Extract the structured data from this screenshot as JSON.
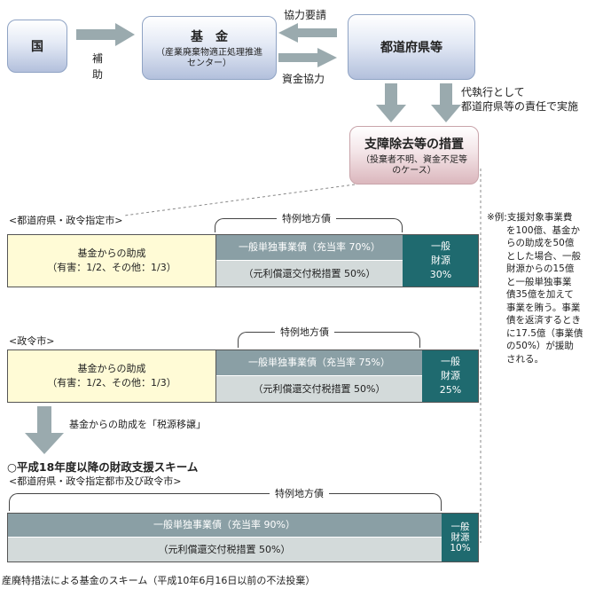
{
  "top": {
    "kuni": "国",
    "hojo": "補助",
    "kikin_title": "基　金",
    "kikin_sub1": "（産業廃棄物適正処理推進",
    "kikin_sub2": "センター）",
    "kyoryoku_yosei": "協力要請",
    "shikin_kyoryoku": "資金協力",
    "todofuken": "都道府県等",
    "daishikko1": "代執行として",
    "daishikko2": "都道府県等の責任で実施",
    "shisho_title": "支障除去等の措置",
    "shisho_sub1": "（投棄者不明、資金不足等",
    "shisho_sub2": "のケース）"
  },
  "blocks": [
    {
      "header": "<都道府県・政令指定市>",
      "brace_label": "特例地方債",
      "left1": "基金からの助成",
      "left2": "（有害：1/2、その他：1/3）",
      "gray_top": "一般単独事業債（充当率 70%）",
      "gray_bottom": "（元利償還交付税措置 50%）",
      "teal1": "一般",
      "teal2": "財源",
      "teal3": "30%"
    },
    {
      "header": "<政令市>",
      "brace_label": "特例地方債",
      "left1": "基金からの助成",
      "left2": "（有害：1/2、その他：1/3）",
      "gray_top": "一般単独事業債（充当率 75%）",
      "gray_bottom": "（元利償還交付税措置 50%）",
      "teal1": "一般",
      "teal2": "財源",
      "teal3": "25%"
    },
    {
      "header": "<都道府県・政令指定都市及び政令市>",
      "brace_label": "特例地方債",
      "gray_top": "一般単独事業債（充当率 90%）",
      "gray_bottom": "（元利償還交付税措置 50%）",
      "teal1": "一般",
      "teal2": "財源",
      "teal3": "10%"
    }
  ],
  "zeigen": "基金からの助成を「税源移譲」",
  "heisei_title": "○平成18年度以降の財政支援スキーム",
  "note_lines": [
    "※例:支援対象事業費",
    "を100億、基金か",
    "らの助成を50億",
    "とした場合、一般",
    "財源からの15億",
    "と一般単独事業",
    "債35億を加えて",
    "事業を賄う。事業",
    "債を返済するとき",
    "に17.5億（事業債",
    "の50%）が援助",
    "される。"
  ],
  "caption": "産廃特措法による基金のスキーム（平成10年6月16日以前の不法投棄）",
  "colors": {
    "blue_box": "#b3c0dc",
    "pink_box": "#dbb7bd",
    "arrow_gray": "#9aaaae",
    "yellow_cell": "#fffbd6",
    "gray_cell": "#8a9fa5",
    "light_gray_cell": "#d3dada",
    "teal_cell": "#1f6a6f"
  }
}
